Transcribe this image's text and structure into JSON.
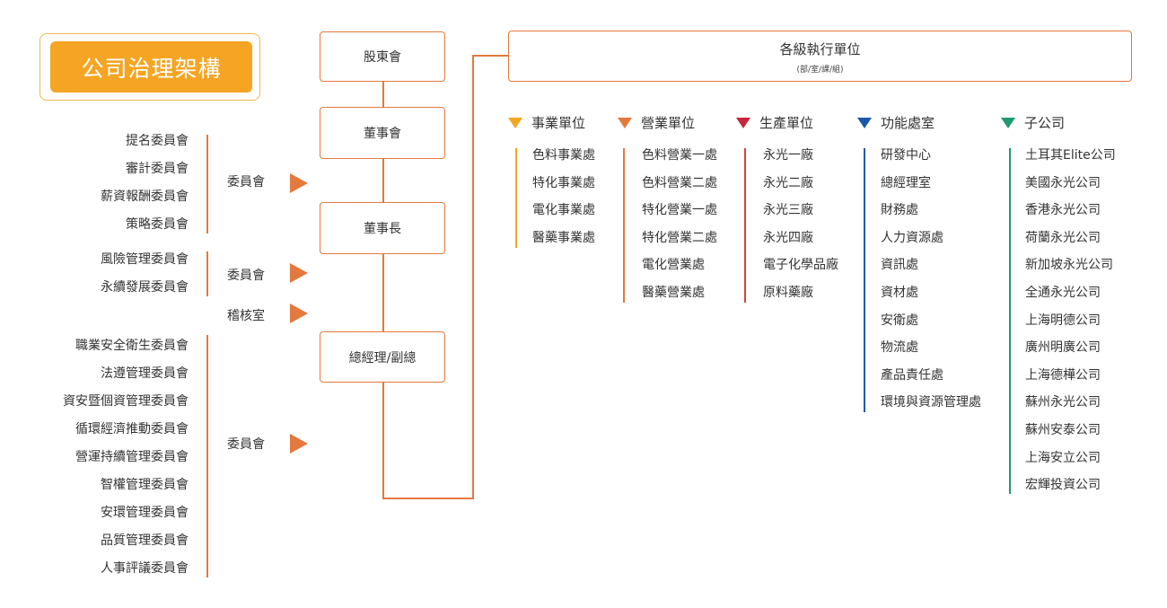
{
  "title": "公司治理架構",
  "nodes": {
    "shareholders": "股東會",
    "board": "董事會",
    "chairman": "董事長",
    "gm": "總經理/副總"
  },
  "groups": [
    {
      "items": [
        "提名委員會",
        "審計委員會",
        "薪資報酬委員會",
        "策略委員會"
      ],
      "label": "委員會"
    },
    {
      "items": [
        "風險管理委員會",
        "永續發展委員會"
      ],
      "label": "委員會"
    },
    {
      "items": [],
      "label": "稽核室"
    },
    {
      "items": [
        "職業安全衛生委員會",
        "法遵管理委員會",
        "資安暨個資管理委員會",
        "循環經濟推動委員會",
        "營運持續管理委員會",
        "智權管理委員會",
        "安環管理委員會",
        "品質管理委員會",
        "人事評議委員會"
      ],
      "label": "委員會"
    }
  ],
  "exec": {
    "title": "各級執行單位",
    "subtitle": "(部/室/課/組)"
  },
  "columns": [
    {
      "head": "事業單位",
      "color": "#f5a523",
      "items": [
        "色料事業處",
        "特化事業處",
        "電化事業處",
        "醫藥事業處"
      ]
    },
    {
      "head": "營業單位",
      "color": "#e3793d",
      "items": [
        "色料營業一處",
        "色料營業二處",
        "特化營業一處",
        "特化營業二處",
        "電化營業處",
        "醫藥營業處"
      ]
    },
    {
      "head": "生產單位",
      "color": "#c8273a",
      "items": [
        "永光一廠",
        "永光二廠",
        "永光三廠",
        "永光四廠",
        "電子化學品廠",
        "原料藥廠"
      ]
    },
    {
      "head": "功能處室",
      "color": "#1b5aa8",
      "items": [
        "研發中心",
        "總經理室",
        "財務處",
        "人力資源處",
        "資訊處",
        "資材處",
        "安衛處",
        "物流處",
        "產品責任處",
        "環境與資源管理處"
      ]
    },
    {
      "head": "子公司",
      "color": "#1e9a6c",
      "items": [
        "土耳其Elite公司",
        "美國永光公司",
        "香港永光公司",
        "荷蘭永光公司",
        "新加坡永光公司",
        "全通永光公司",
        "上海明德公司",
        "廣州明廣公司",
        "上海德樺公司",
        "蘇州永光公司",
        "蘇州安泰公司",
        "上海安立公司",
        "宏輝投資公司"
      ]
    }
  ]
}
